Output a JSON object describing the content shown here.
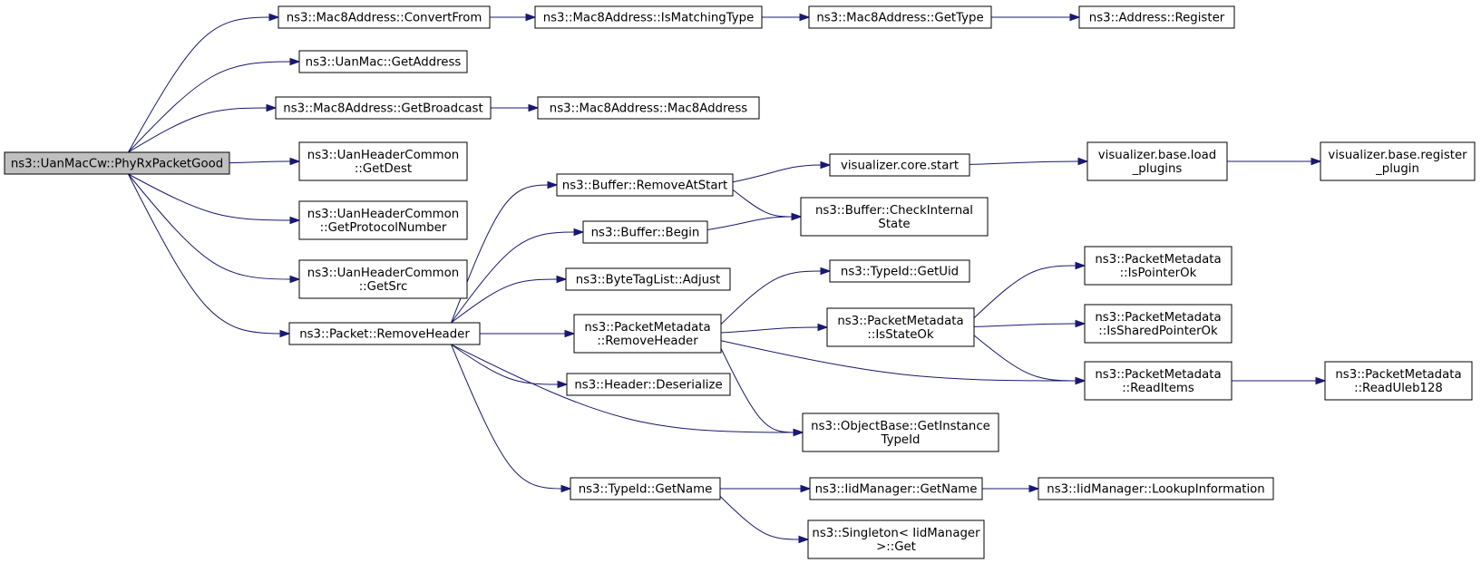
{
  "colors": {
    "edge": "#191970",
    "root_fill": "#bfbfbf",
    "node_fill": "#ffffff",
    "border": "#000000"
  },
  "nodes": [
    {
      "id": "n0",
      "lines": [
        "ns3::UanMacCw::PhyRxPacketGood"
      ],
      "root": true
    },
    {
      "id": "n1",
      "lines": [
        "ns3::Mac8Address::ConvertFrom"
      ]
    },
    {
      "id": "n2",
      "lines": [
        "ns3::Mac8Address::IsMatchingType"
      ]
    },
    {
      "id": "n3",
      "lines": [
        "ns3::Mac8Address::GetType"
      ]
    },
    {
      "id": "n4",
      "lines": [
        "ns3::Address::Register"
      ]
    },
    {
      "id": "n5",
      "lines": [
        "ns3::UanMac::GetAddress"
      ]
    },
    {
      "id": "n6",
      "lines": [
        "ns3::Mac8Address::GetBroadcast"
      ]
    },
    {
      "id": "n7",
      "lines": [
        "ns3::Mac8Address::Mac8Address"
      ]
    },
    {
      "id": "n8",
      "lines": [
        "ns3::UanHeaderCommon",
        "::GetDest"
      ]
    },
    {
      "id": "n9",
      "lines": [
        "ns3::UanHeaderCommon",
        "::GetProtocolNumber"
      ]
    },
    {
      "id": "n10",
      "lines": [
        "ns3::UanHeaderCommon",
        "::GetSrc"
      ]
    },
    {
      "id": "n11",
      "lines": [
        "ns3::Packet::RemoveHeader"
      ]
    },
    {
      "id": "n12",
      "lines": [
        "ns3::Buffer::RemoveAtStart"
      ]
    },
    {
      "id": "n13",
      "lines": [
        "ns3::Buffer::Begin"
      ]
    },
    {
      "id": "n14",
      "lines": [
        "ns3::ByteTagList::Adjust"
      ]
    },
    {
      "id": "n15",
      "lines": [
        "ns3::PacketMetadata",
        "::RemoveHeader"
      ]
    },
    {
      "id": "n16",
      "lines": [
        "ns3::Header::Deserialize"
      ]
    },
    {
      "id": "n17",
      "lines": [
        "ns3::TypeId::GetName"
      ]
    },
    {
      "id": "n18",
      "lines": [
        "visualizer.core.start"
      ]
    },
    {
      "id": "n19",
      "lines": [
        "ns3::Buffer::CheckInternal",
        "State"
      ]
    },
    {
      "id": "n20",
      "lines": [
        "visualizer.base.load",
        "_plugins"
      ]
    },
    {
      "id": "n21",
      "lines": [
        "visualizer.base.register",
        "_plugin"
      ]
    },
    {
      "id": "n22",
      "lines": [
        "ns3::TypeId::GetUid"
      ]
    },
    {
      "id": "n23",
      "lines": [
        "ns3::PacketMetadata",
        "::IsStateOk"
      ]
    },
    {
      "id": "n24",
      "lines": [
        "ns3::PacketMetadata",
        "::IsPointerOk"
      ]
    },
    {
      "id": "n25",
      "lines": [
        "ns3::PacketMetadata",
        "::IsSharedPointerOk"
      ]
    },
    {
      "id": "n26",
      "lines": [
        "ns3::PacketMetadata",
        "::ReadItems"
      ]
    },
    {
      "id": "n27",
      "lines": [
        "ns3::PacketMetadata",
        "::ReadUleb128"
      ]
    },
    {
      "id": "n28",
      "lines": [
        "ns3::ObjectBase::GetInstance",
        "TypeId"
      ]
    },
    {
      "id": "n29",
      "lines": [
        "ns3::IidManager::GetName"
      ]
    },
    {
      "id": "n30",
      "lines": [
        "ns3::IidManager::LookupInformation"
      ]
    },
    {
      "id": "n31",
      "lines": [
        "ns3::Singleton< IidManager",
        ">::Get"
      ]
    }
  ],
  "edges": [
    [
      "n0",
      "n1"
    ],
    [
      "n0",
      "n5"
    ],
    [
      "n0",
      "n6"
    ],
    [
      "n0",
      "n8"
    ],
    [
      "n0",
      "n9"
    ],
    [
      "n0",
      "n10"
    ],
    [
      "n0",
      "n11"
    ],
    [
      "n1",
      "n2"
    ],
    [
      "n2",
      "n3"
    ],
    [
      "n3",
      "n4"
    ],
    [
      "n6",
      "n7"
    ],
    [
      "n11",
      "n12"
    ],
    [
      "n11",
      "n13"
    ],
    [
      "n11",
      "n14"
    ],
    [
      "n11",
      "n15"
    ],
    [
      "n11",
      "n16"
    ],
    [
      "n11",
      "n28"
    ],
    [
      "n11",
      "n17"
    ],
    [
      "n12",
      "n18"
    ],
    [
      "n12",
      "n19"
    ],
    [
      "n13",
      "n19"
    ],
    [
      "n18",
      "n20"
    ],
    [
      "n20",
      "n21"
    ],
    [
      "n15",
      "n22"
    ],
    [
      "n15",
      "n23"
    ],
    [
      "n15",
      "n26"
    ],
    [
      "n15",
      "n28"
    ],
    [
      "n23",
      "n24"
    ],
    [
      "n23",
      "n25"
    ],
    [
      "n23",
      "n26"
    ],
    [
      "n26",
      "n27"
    ],
    [
      "n17",
      "n29"
    ],
    [
      "n17",
      "n31"
    ],
    [
      "n29",
      "n30"
    ]
  ]
}
